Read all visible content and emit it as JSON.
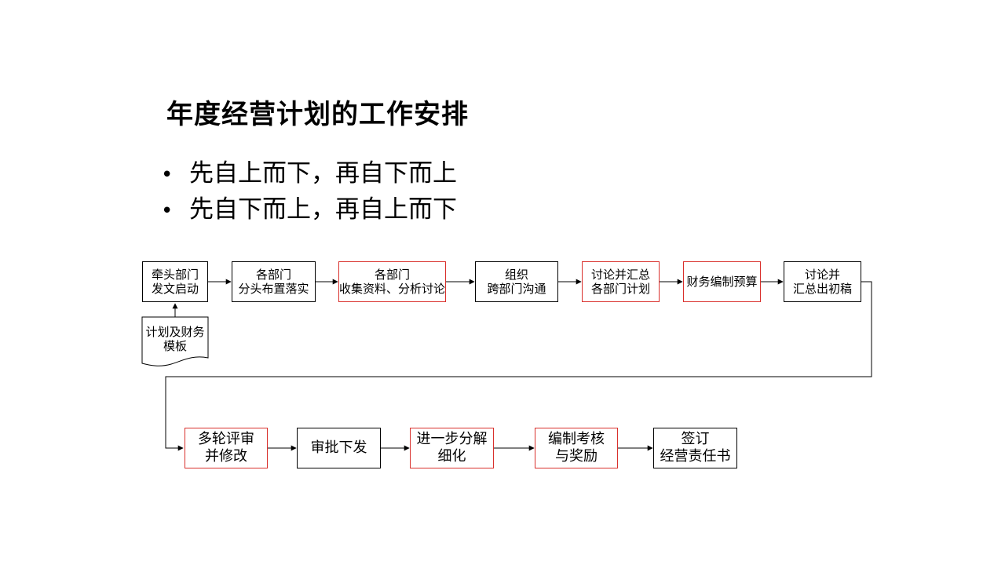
{
  "slide": {
    "title": "年度经营计划的工作安排",
    "bullets": [
      {
        "marker": "•",
        "text": "先自上而下，再自下而上"
      },
      {
        "marker": "•",
        "text": "先自下而上，再自上而下"
      }
    ]
  },
  "flow": {
    "row1": [
      {
        "label": "牵头部门\n发文启动"
      },
      {
        "label": "各部门\n分头布置落实"
      },
      {
        "label": "各部门\n收集资料、分析讨论"
      },
      {
        "label": "组织\n跨部门沟通"
      },
      {
        "label": "讨论并汇总\n各部门计划"
      },
      {
        "label": "财务编制预算"
      },
      {
        "label": "讨论并\n汇总出初稿"
      }
    ],
    "template_doc": {
      "label": "计划及财务\n模板"
    },
    "row2": [
      {
        "label": "多轮评审\n并修改"
      },
      {
        "label": "审批下发"
      },
      {
        "label": "进一步分解\n细化"
      },
      {
        "label": "编制考核\n与奖励"
      },
      {
        "label": "签订\n经营责任书"
      }
    ],
    "colors": {
      "highlight_border": "#d9302c",
      "normal_border": "#000000"
    }
  }
}
